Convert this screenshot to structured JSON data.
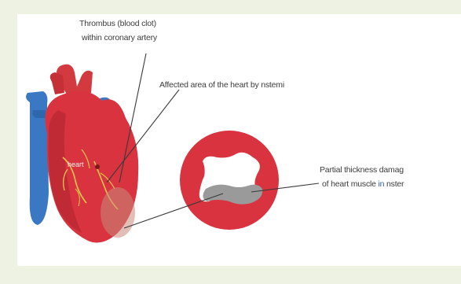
{
  "labels": {
    "thrombus_line1": "Thrombus (blood clot)",
    "thrombus_line2": "within coronary artery",
    "affected_area": "Affected area of the heart by nstemi",
    "partial_line1": "Partial thickness damag",
    "partial_line2_pre": "of heart muscle ",
    "partial_line2_in": "in",
    "partial_line2_post": " nster",
    "heart_word": "heart"
  },
  "colors": {
    "background": "#eef2e3",
    "panel": "#ffffff",
    "accent_border": "#8fbf5a",
    "heart_red": "#d8333f",
    "vein_blue": "#3a78c4",
    "damage_gray": "#9a9a9a",
    "ring_inner": "#ffffff",
    "coronary_yellow": "#e8c84a",
    "pointer_line": "#3a3a3a"
  },
  "icons": {
    "heart": "heart-illustration",
    "cross_section": "myocardium-cross-section"
  }
}
